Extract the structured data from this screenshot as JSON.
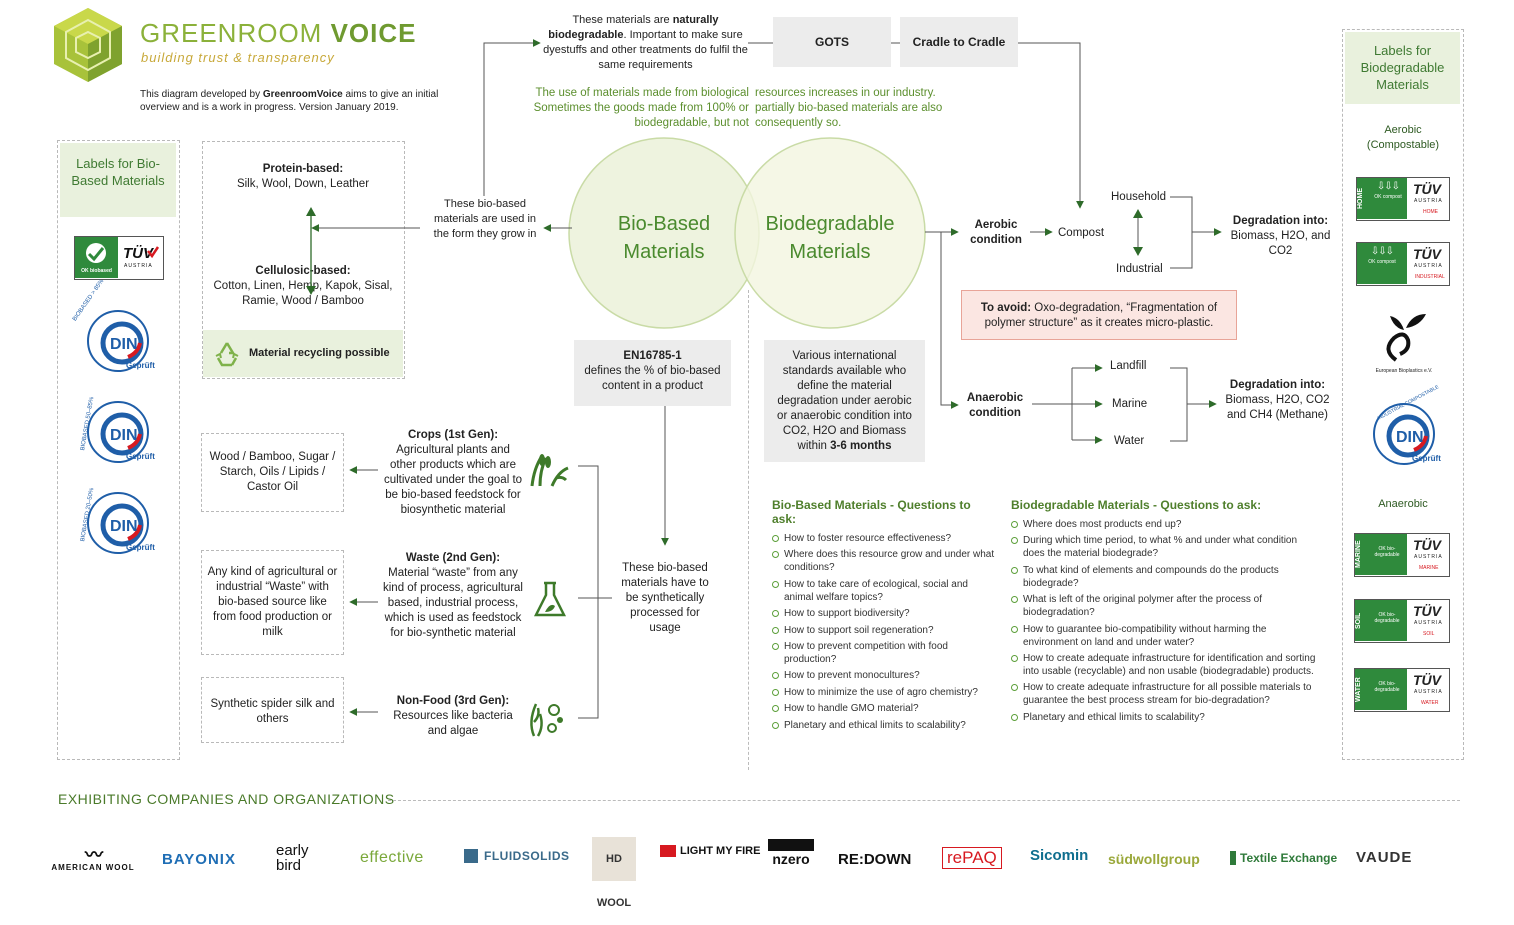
{
  "brand": {
    "name_light": "GREENROOM",
    "name_bold": "VOICE",
    "tagline": "building trust & transparency",
    "intro_pre": "This diagram developed by ",
    "intro_brand": "GreenroomVoice",
    "intro_post": " aims to give an initial overview and is a work in progress. Version January 2019."
  },
  "left_labels": {
    "title": "Labels for Bio-Based Materials",
    "tuv_text": "TÜV",
    "tuv_sub": "AUSTRIA",
    "ok_biobased": "OK biobased",
    "din_1": "BIOBASED > 85%",
    "din_2": "BIOBASED 50–85%",
    "din_3": "BIOBASED 20–50%",
    "din_text": "DIN",
    "geprueft": "Geprüft"
  },
  "right_labels": {
    "title": "Labels for Biodegradable Materials",
    "aerobic": "Aerobic (Compostable)",
    "anaerobic": "Anaerobic",
    "european_bioplastics": "European Bioplastics e.V.",
    "din_industrial": "INDUSTRIAL COMPOSTABLE",
    "ok_compost": "OK compost",
    "home": "HOME",
    "industrial": "INDUSTRIAL",
    "ok_biodegradable": "OK bio-degradable",
    "marine": "MARINE",
    "soil": "SOIL",
    "water": "WATER"
  },
  "bio_based_forms": {
    "protein_title": "Protein-based:",
    "protein_items": "Silk, Wool, Down, Leather",
    "cellulosic_title": "Cellulosic-based:",
    "cellulosic_items": "Cotton, Linen, Hemp, Kapok, Sisal, Ramie, Wood / Bamboo",
    "recycling": "Material recycling possible",
    "used_in_form": "These bio-based materials are used in the form they grow in"
  },
  "top_note": {
    "pre": "These materials are ",
    "bold": "naturally biodegradable",
    "post": ". Important to make sure dyestuffs and other treatments do fulfil the same requirements"
  },
  "certs": {
    "gots": "GOTS",
    "c2c": "Cradle to Cradle"
  },
  "venn": {
    "caption_left": "The use of materials made from biological Sometimes the goods made from 100% or biodegradable, but not",
    "caption_right": "resources increases in our industry. partially bio-based materials are also consequently so.",
    "left": "Bio-Based Materials",
    "right": "Biodegradable Materials"
  },
  "en_standard": {
    "code": "EN16785-1",
    "desc": "defines the % of bio-based content in a product"
  },
  "intl_standards": {
    "text": "Various international standards available who define the material degradation under aerobic or anaerobic condition into CO2, H2O and Biomass within",
    "bold": "3-6 months"
  },
  "synthetic_usage": "These bio-based materials have to be synthetically processed for usage",
  "generations": [
    {
      "title": "Crops (1st Gen):",
      "desc": "Agricultural plants and other products which are cultivated under the goal to be bio-based feedstock for biosynthetic material",
      "examples": "Wood / Bamboo, Sugar / Starch, Oils / Lipids / Castor Oil"
    },
    {
      "title": "Waste (2nd Gen):",
      "desc": "Material “waste” from any kind of process, agricultural based, industrial process, which is used as feedstock for bio-synthetic material",
      "examples": "Any kind of agricultural or industrial “Waste” with bio-based source like from food production or milk"
    },
    {
      "title": "Non-Food (3rd Gen):",
      "desc": "Resources like bacteria and algae",
      "examples": "Synthetic spider silk and others"
    }
  ],
  "aerobic_flow": {
    "condition": "Aerobic condition",
    "compost": "Compost",
    "household": "Household",
    "industrial": "Industrial",
    "degradation_title": "Degradation into:",
    "degradation": "Biomass, H2O, and CO2"
  },
  "avoid": {
    "bold": "To avoid:",
    "text": " Oxo-degradation, “Fragmentation of polymer structure” as it creates micro-plastic."
  },
  "anaerobic_flow": {
    "condition": "Anaerobic condition",
    "landfill": "Landfill",
    "marine": "Marine",
    "water": "Water",
    "degradation_title": "Degradation into:",
    "degradation": "Biomass, H2O, CO2 and CH4 (Methane)"
  },
  "questions_bio": {
    "title": "Bio-Based Materials - Questions to ask:",
    "items": [
      "How to foster resource effectiveness?",
      "Where does this resource grow and under what conditions?",
      "How to take care of ecological, social and animal welfare topics?",
      "How to support biodiversity?",
      "How to support soil regeneration?",
      "How to prevent competition with food production?",
      "How to prevent monocultures?",
      "How to minimize the use of agro chemistry?",
      "How to handle GMO material?",
      "Planetary and ethical limits to scalability?"
    ]
  },
  "questions_degr": {
    "title": "Biodegradable Materials - Questions to ask:",
    "items": [
      "Where does most products end up?",
      "During which time period, to what % and under what condition does the material biodegrade?",
      "To what kind of elements and compounds do the products biodegrade?",
      "What is left of the original polymer after the process of biodegradation?",
      "How to guarantee bio-compatibility without harming the environment on land and under water?",
      "How to create adequate infrastructure for identification and sorting into usable (recyclable) and non usable (biodegradable) products.",
      "How to create adequate infrastructure for all possible materials to guarantee the best process stream for bio-degradation?",
      "Planetary and ethical limits to scalability?"
    ]
  },
  "exhibitors": {
    "title": "EXHIBITING COMPANIES AND ORGANIZATIONS",
    "logos": [
      "AMERICAN WOOL",
      "BAYONIX",
      "early bird",
      "effective",
      "FLUIDSOLIDS",
      "HD WOOL",
      "LIGHT MY FIRE",
      "nzero",
      "RE:DOWN",
      "rePAQ",
      "Sicomin",
      "südwollgroup",
      "Textile Exchange",
      "VAUDE"
    ]
  },
  "colors": {
    "green": "#5c8f2e",
    "light_green": "#e9f1dd",
    "grey": "#ececec",
    "avoid_bg": "#fbe6e2",
    "avoid_border": "#e8a498",
    "din_blue": "#1f5ea8",
    "tuv_red": "#d71920"
  }
}
